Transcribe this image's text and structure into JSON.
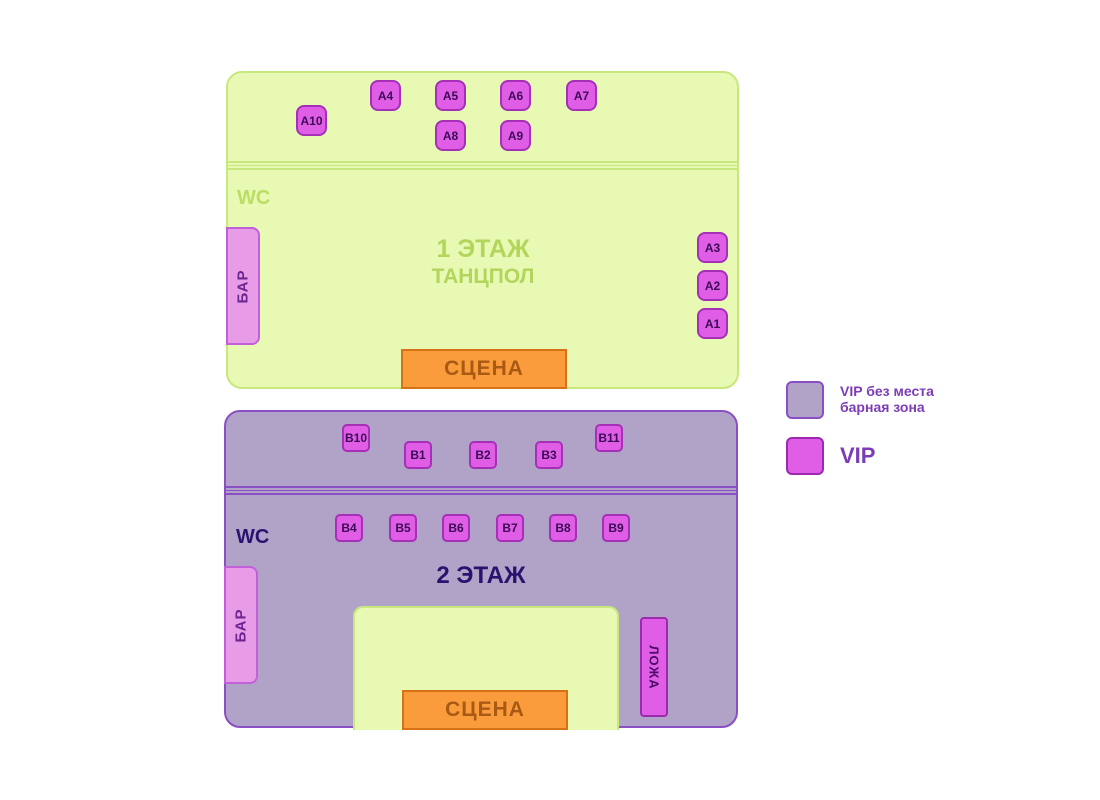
{
  "floor1": {
    "title": "1 ЭТАЖ",
    "subtitle": "ТАНЦПОЛ",
    "wc": "WC",
    "bar": "БАР",
    "stage": "СЦЕНА",
    "colors": {
      "fill": "#e8f9b4",
      "border": "#c8e77c",
      "title": "#b2d55c"
    },
    "seats": [
      "A1",
      "A2",
      "A3",
      "A4",
      "A5",
      "A6",
      "A7",
      "A8",
      "A9",
      "A10"
    ]
  },
  "floor2": {
    "title": "2 ЭТАЖ",
    "wc": "WC",
    "bar": "БАР",
    "stage": "СЦЕНА",
    "lodge": "ЛОЖА",
    "colors": {
      "fill": "#b1a3c8",
      "border": "#8a4fc4",
      "title": "#2a1270"
    },
    "seats": [
      "B1",
      "B2",
      "B3",
      "B4",
      "B5",
      "B6",
      "B7",
      "B8",
      "B9",
      "B10",
      "B11"
    ]
  },
  "legend": {
    "vip_bar_line1": "VIP без места",
    "vip_bar_line2": "барная зона",
    "vip": "VIP"
  },
  "colors": {
    "vip": "#e05ee6",
    "stage": "#fb9c3c",
    "bar": "#e89ce8"
  }
}
